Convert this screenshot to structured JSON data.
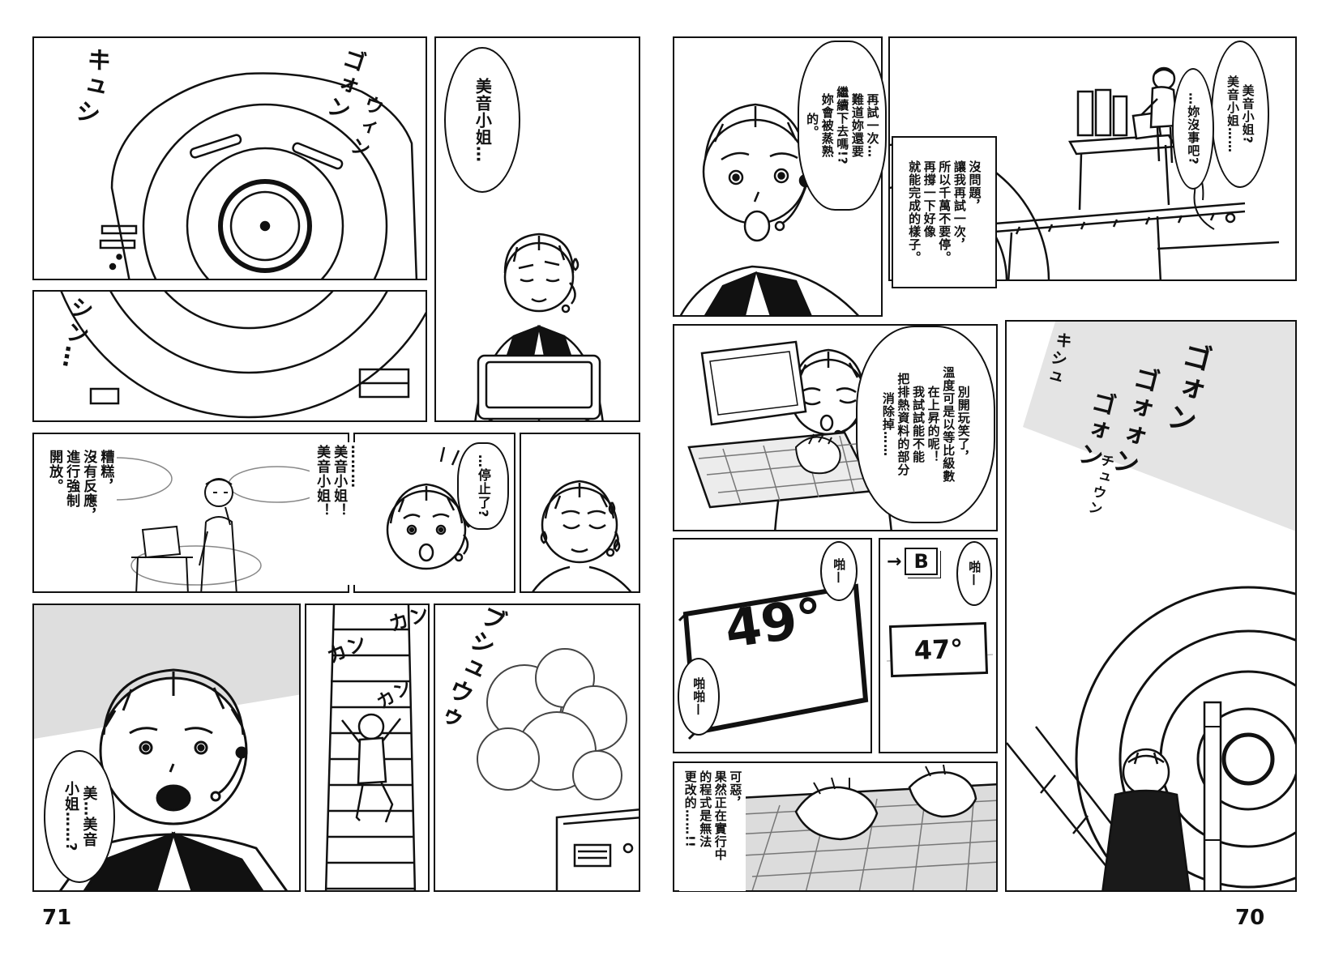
{
  "left_page": {
    "page_number": "71",
    "sfx": {
      "kyushi": "キュシ",
      "goon": "ゴォン",
      "win": "ウィン",
      "shin": "シン…",
      "kan1": "カン",
      "kan2": "カン",
      "kan3": "カン",
      "steam": "ブシュウゥ"
    },
    "bubbles": {
      "calling_mine": "美音小姐…",
      "stopped": "…停止了?",
      "mi_mine": "美…美音\n小姐……?"
    },
    "captions": {
      "trouble": "糟糕，\n沒有反應，\n進行強制\n開放。",
      "calling": "………\n美音小姐！\n美音小姐！"
    }
  },
  "right_page": {
    "page_number": "70",
    "sfx": {
      "kishu": "キシュ",
      "goon1": "ゴォン",
      "goon2": "ゴォォン",
      "goon3": "ゴォン",
      "chuun": "チュウン"
    },
    "bubbles": {
      "mine_ok1": "美音小姐?\n美音小姐……",
      "mine_ok2": "…妳沒事吧?",
      "retry": "再試一次…\n難道妳還要\n繼續下去嗎!?\n妳會被蒸熟\n的。",
      "no_problem": "沒問題，\n讓我再試一次，\n所以千萬不要停。\n再撐一下好像\n就能完成的樣子。",
      "no_joke": "別開玩笑了，\n溫度可是以等比級數\n在上昇的呢！\n我試試能不能\n把排熱資料的部分\n消除掉……",
      "pa1": "啪—",
      "pa2": "啪—",
      "papa": "啪啪—"
    },
    "captions": {
      "damn": "可惡，\n果然正在實行中\n的程式是無法\n更改的……!!"
    },
    "displays": {
      "temp_49": "49°",
      "temp_47": "47°",
      "arrow": "→",
      "b_key": "B"
    }
  }
}
